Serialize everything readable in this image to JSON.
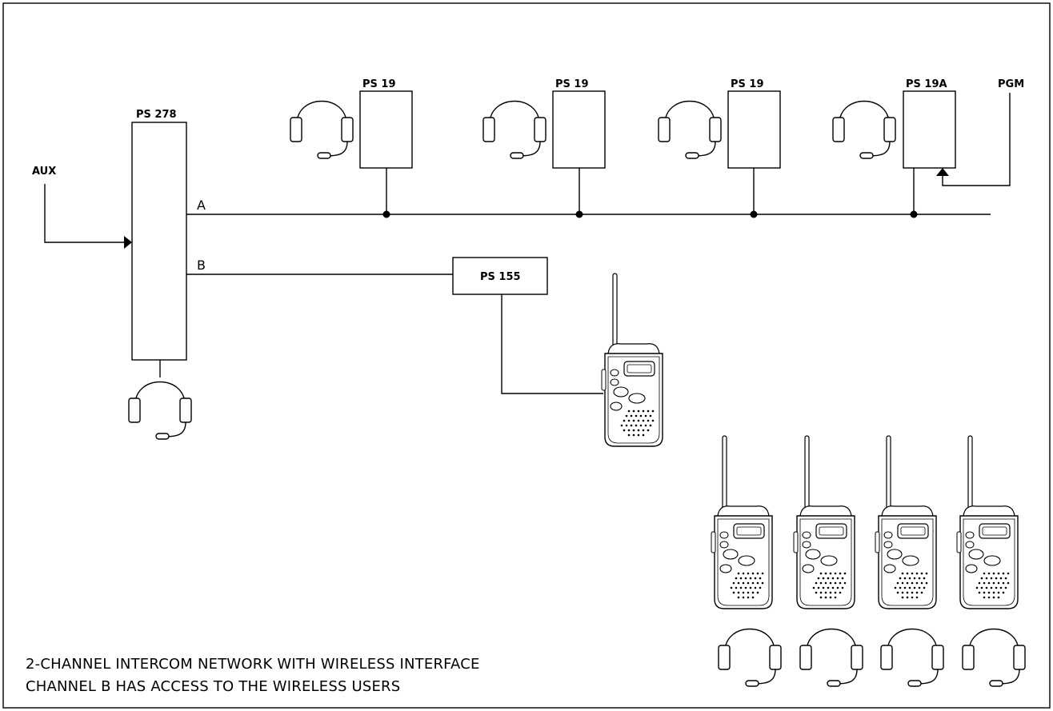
{
  "units": {
    "ps278": "PS 278",
    "ps19_1": "PS 19",
    "ps19_2": "PS 19",
    "ps19_3": "PS 19",
    "ps19a": "PS 19A",
    "ps155": "PS 155"
  },
  "signals": {
    "aux": "AUX",
    "pgm": "PGM"
  },
  "channels": {
    "a": "A",
    "b": "B"
  },
  "caption": {
    "line1": "2-CHANNEL INTERCOM NETWORK WITH WIRELESS INTERFACE",
    "line2": "CHANNEL B HAS ACCESS TO THE WIRELESS USERS"
  },
  "icons": {
    "headset": "headset-icon",
    "radio": "walkie-talkie-icon"
  },
  "colors": {
    "line": "#000000",
    "background": "#ffffff"
  }
}
